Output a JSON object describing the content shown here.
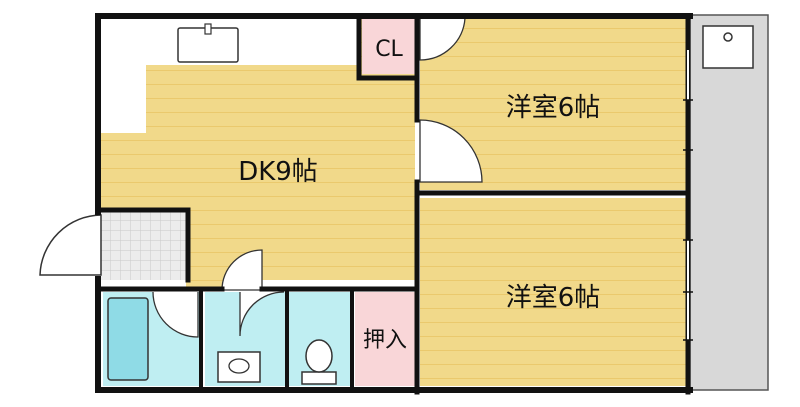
{
  "floor_plan": {
    "rooms": {
      "dk": {
        "label": "DK9帖"
      },
      "western_room_upper": {
        "label": "洋室6帖"
      },
      "western_room_lower": {
        "label": "洋室6帖"
      },
      "closet": {
        "label": "CL"
      },
      "oshiire": {
        "label": "押入"
      },
      "balcony": {
        "label": ""
      },
      "bathroom": {
        "label": ""
      },
      "washroom": {
        "label": ""
      },
      "toilet": {
        "label": ""
      },
      "entrance": {
        "label": ""
      }
    },
    "colors": {
      "wood_floor": "#f1d98a",
      "wood_stripe": "#e7c463",
      "closet_fill": "#f9d6d8",
      "wet_area_fill": "#bfeef2",
      "bathtub_fill": "#8fdbe6",
      "tile_fill": "#d9d9d9",
      "balcony_fill": "#d8d8d8",
      "wall": "#111111"
    }
  }
}
